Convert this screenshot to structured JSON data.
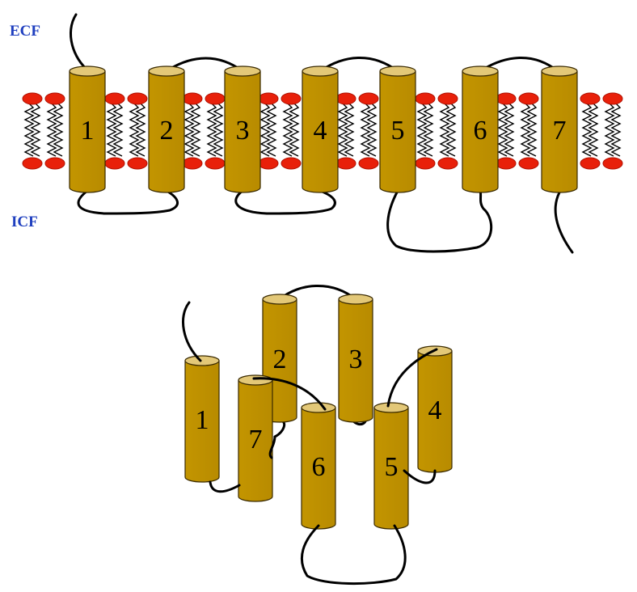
{
  "labels": {
    "extracellular": "ECF",
    "intracellular": "ICF"
  },
  "membrane_topology": {
    "helices": [
      "1",
      "2",
      "3",
      "4",
      "5",
      "6",
      "7"
    ]
  },
  "folded_bundle": {
    "helices": [
      "1",
      "2",
      "3",
      "4",
      "5",
      "6",
      "7"
    ]
  },
  "colors": {
    "helix_body": "#c39500",
    "helix_top": "#e3c878",
    "helix_outline": "#3a2a00",
    "lipid_head": "#e8200a",
    "lipid_tail": "#000000",
    "loop": "#000000",
    "label": "#1f3fbf"
  }
}
